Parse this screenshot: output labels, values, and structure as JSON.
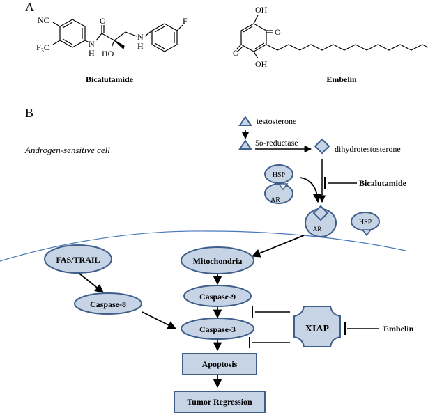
{
  "panel_a": {
    "label": "A",
    "bicalutamide": {
      "name": "Bicalutamide",
      "atom_nc": "NC",
      "atom_cf3_main": "F",
      "atom_cf3_sub": "3",
      "atom_cf3_tail": "C",
      "atom_n": "N",
      "atom_h": "H",
      "atom_o": "O",
      "atom_ho": "HO",
      "atom_nh_n": "N",
      "atom_nh_h": "H",
      "atom_f": "F"
    },
    "embelin": {
      "name": "Embelin",
      "atom_oh_top": "OH",
      "atom_oh_bottom": "OH",
      "atom_o_left": "O",
      "atom_o_right": "O"
    }
  },
  "panel_b": {
    "label": "B",
    "cell_label": "Androgen-sensitive cell",
    "testosterone": "testosterone",
    "reductase": "5α-reductase",
    "dihydrotestosterone": "dihydrotestosterone",
    "bicalutamide": "Bicalutamide",
    "hsp_1": "HSP",
    "ar_1": "AR",
    "ar_2": "AR",
    "hsp_2": "HSP",
    "fas_trail": "FAS/TRAIL",
    "mitochondria": "Mitochondria",
    "caspase_9": "Caspase-9",
    "caspase_8": "Caspase-8",
    "caspase_3": "Caspase-3",
    "xiap": "XIAP",
    "embelin": "Embelin",
    "apoptosis": "Apoptosis",
    "tumor_regression": "Tumor Regression"
  },
  "colors": {
    "node_fill": "#c6d4e6",
    "node_stroke": "#3f5f8a",
    "membrane": "#4a78b8",
    "line": "#000000"
  }
}
